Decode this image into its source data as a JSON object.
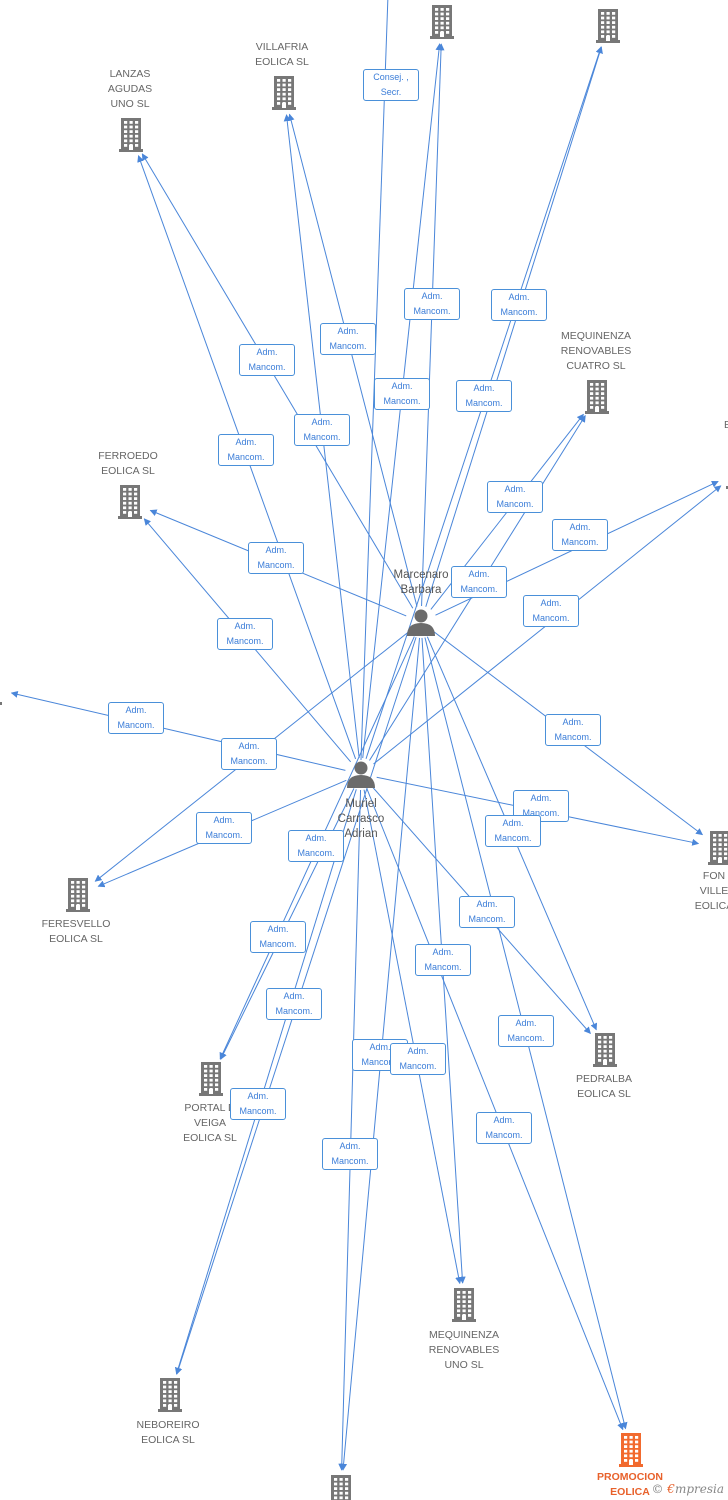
{
  "colors": {
    "edge": "#4a86d9",
    "building": "#777777",
    "focus": "#f26a2e",
    "person": "#6b6b6b"
  },
  "persons": [
    {
      "id": "marcenaro",
      "label": "Marcenaro\nBarbara"
    },
    {
      "id": "muriel",
      "label": "Muriel\nCarrasco\nAdrian"
    }
  ],
  "companies": [
    {
      "id": "top1",
      "label": ""
    },
    {
      "id": "top2",
      "label": ""
    },
    {
      "id": "villafria",
      "label": "VILLAFRIA\nEOLICA SL"
    },
    {
      "id": "lanzas",
      "label": "LANZAS\nAGUDAS\nUNO SL"
    },
    {
      "id": "mequinenza4",
      "label": "MEQUINENZA\nRENOVABLES\nCUATRO SL"
    },
    {
      "id": "rightTop",
      "label": "T\nEOI"
    },
    {
      "id": "ferroedo",
      "label": "FERROEDO\nEOLICA SL"
    },
    {
      "id": "feresvello",
      "label": "FERESVELLO\nEOLICA SL"
    },
    {
      "id": "fontvillel",
      "label": "FON\nVILLE\nEOLICA"
    },
    {
      "id": "pedralba",
      "label": "PEDRALBA\nEOLICA SL"
    },
    {
      "id": "portal",
      "label": "PORTAL D\nVEIGA\nEOLICA SL"
    },
    {
      "id": "mequinenza1",
      "label": "MEQUINENZA\nRENOVABLES\nUNO SL"
    },
    {
      "id": "neboreiro",
      "label": "NEBOREIRO\nEOLICA SL"
    },
    {
      "id": "promocion",
      "label": "PROMOCION\nEOLICA",
      "focus": true
    },
    {
      "id": "bottom",
      "label": ""
    },
    {
      "id": "leftOff",
      "label": ""
    }
  ],
  "role_labels": [
    "Consej. ,\nSecr.",
    "Adm.\nMancom.",
    "Adm.\nMancom.",
    "Adm.\nMancom.",
    "Adm.\nMancom.",
    "Adm.\nMancom.",
    "Adm.\nMancom.",
    "Adm.\nMancom.",
    "Adm.\nMancom.",
    "Adm.\nMancom.",
    "Adm.\nMancom.",
    "Adm.\nMancom.",
    "Adm.\nMancom.",
    "Adm.\nMancom.",
    "Adm.\nMancom.",
    "Adm.\nMancom.",
    "Adm.\nMancom.",
    "Adm.\nMancom.",
    "Adm.\nMancom.",
    "Adm.\nMancom.",
    "Adm.\nMancom.",
    "Adm.\nMancom.",
    "Adm.\nMancom.",
    "Adm.\nMancom.",
    "Adm.\nMancom.",
    "Adm.\nMancom.",
    "Adm.\nMancom.",
    "Adm.\nMancom.",
    "Adm.\nMancom.",
    "Adm.\nMancom.",
    "Adm.\nMancom.",
    "Adm.\nMancom."
  ],
  "watermark": {
    "copyright": "©",
    "brand_initial": "€",
    "brand_rest": "mpresia"
  }
}
